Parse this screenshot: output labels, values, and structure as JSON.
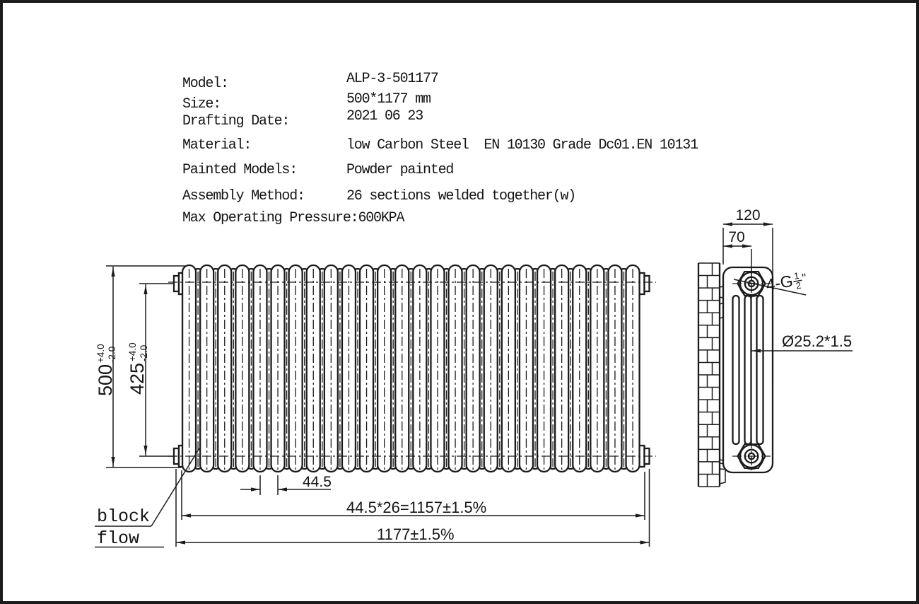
{
  "specs": {
    "rows": [
      {
        "label": "Model:",
        "value": "ALP-3-501177"
      },
      {
        "label": "Size:",
        "value": "500*1177 mm"
      },
      {
        "label": "Drafting Date:",
        "value": "2021 06 23"
      },
      {
        "label": "Material:",
        "value": "low Carbon Steel  EN 10130 Grade Dc01.EN 10131"
      },
      {
        "label": "Painted Models:",
        "value": "Powder painted"
      },
      {
        "label": "Assembly Method:",
        "value": "26 sections welded together(w)"
      },
      {
        "label": "Max Operating Pressure:",
        "value": "600KPA"
      }
    ]
  },
  "front_view": {
    "sections": 26,
    "height_dim": {
      "value": "500",
      "tol_plus": "+4.0",
      "tol_minus": "-2.0"
    },
    "tapping_dim": {
      "value": "425",
      "tol_plus": "+4.0",
      "tol_minus": "-2.0"
    },
    "pitch_dim": "44.5",
    "sections_width_dim": "44.5*26=1157±1.5%",
    "overall_width_dim": "1177±1.5%",
    "flow_label": [
      "block",
      "flow"
    ]
  },
  "side_view": {
    "depth_dim": "120",
    "tapping_offset_dim": "70",
    "thread_label": {
      "prefix": "4-G",
      "numerator": "1",
      "denominator": "2",
      "suffix": "\""
    },
    "column_tube_dim": "Ø25.2*1.5"
  },
  "colors": {
    "line": "#1b1b1b",
    "nut_shadow": "#2a2342",
    "background": "#ffffff"
  }
}
